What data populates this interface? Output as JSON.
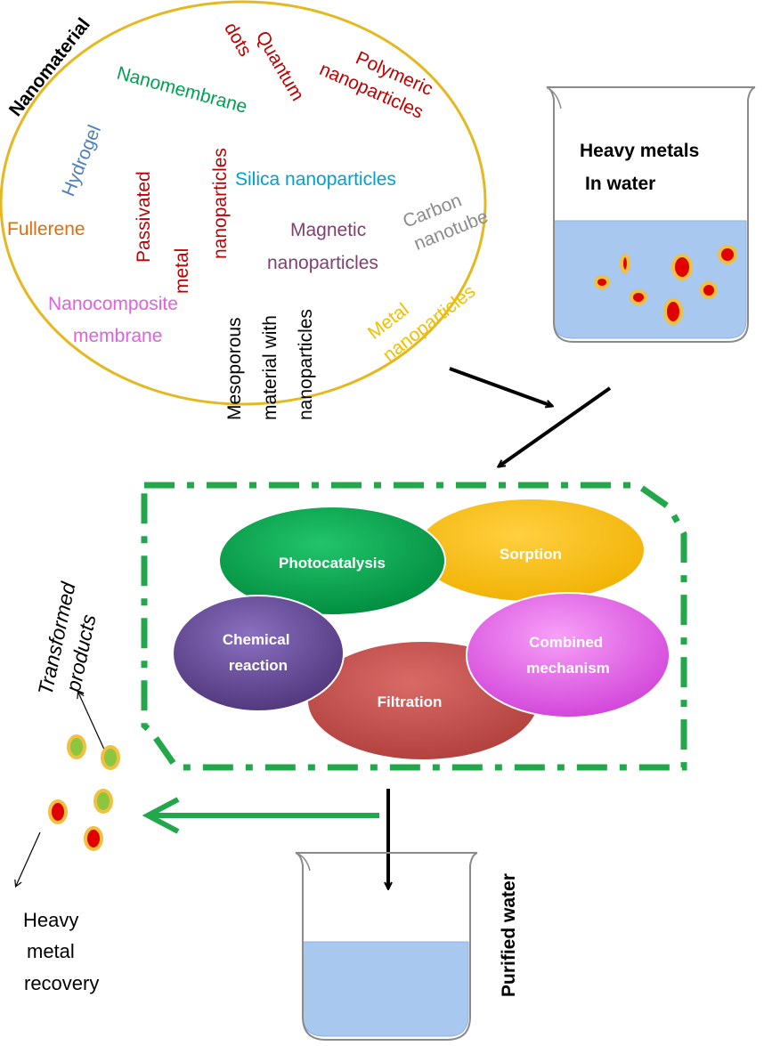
{
  "title": "Nanomaterial",
  "nanomaterials": [
    {
      "key": "quantum_dots",
      "lines": [
        "Quantum",
        "dots"
      ],
      "color": "#c00000"
    },
    {
      "key": "polymeric",
      "lines": [
        "Polymeric",
        "nanoparticles"
      ],
      "color": "#c00000"
    },
    {
      "key": "nanomembrane",
      "lines": [
        "Nanomembrane"
      ],
      "color": "#00a050"
    },
    {
      "key": "hydrogel",
      "lines": [
        "Hydrogel"
      ],
      "color": "#4f81bd"
    },
    {
      "key": "passivated",
      "lines": [
        "Passivated",
        "metal",
        "nanoparticles"
      ],
      "color": "#c00000"
    },
    {
      "key": "silica",
      "lines": [
        "Silica nanoparticles"
      ],
      "color": "#00a0d0"
    },
    {
      "key": "fullerene",
      "lines": [
        "Fullerene"
      ],
      "color": "#e36c09"
    },
    {
      "key": "carbon_nanotube",
      "lines": [
        "Carbon",
        "nanotube"
      ],
      "color": "#8c8c8c"
    },
    {
      "key": "magnetic",
      "lines": [
        "Magnetic",
        "nanoparticles"
      ],
      "color": "#7f3f6f"
    },
    {
      "key": "nanocomposite",
      "lines": [
        "Nanocomposite",
        "membrane"
      ],
      "color": "#e060e0"
    },
    {
      "key": "mesoporous",
      "lines": [
        "Mesoporous",
        "material with",
        "nanoparticles"
      ],
      "color": "#000000"
    },
    {
      "key": "metal_np",
      "lines": [
        "Metal",
        "nanoparticles"
      ],
      "color": "#f0c000"
    }
  ],
  "beaker_top": {
    "lines": [
      "Heavy metals",
      "In water"
    ],
    "water_color": "#a8c8f0"
  },
  "mechanisms": {
    "photocatalysis": {
      "label": "Photocatalysis",
      "color": "#00a650"
    },
    "sorption": {
      "label": "Sorption",
      "color": "#ffc000"
    },
    "chemical": {
      "lines": [
        "Chemical",
        "reaction"
      ],
      "color": "#6a4a9a"
    },
    "combined": {
      "lines": [
        "Combined",
        "mechanism"
      ],
      "color": "#e060e0"
    },
    "filtration": {
      "label": "Filtration",
      "color": "#c0504d"
    }
  },
  "frame_color": "#22a84a",
  "transformed": {
    "lines": [
      "Transformed",
      "products"
    ]
  },
  "recovery": {
    "lines": [
      "Heavy",
      "metal",
      "recovery"
    ]
  },
  "purified": {
    "label": "Purified water"
  }
}
